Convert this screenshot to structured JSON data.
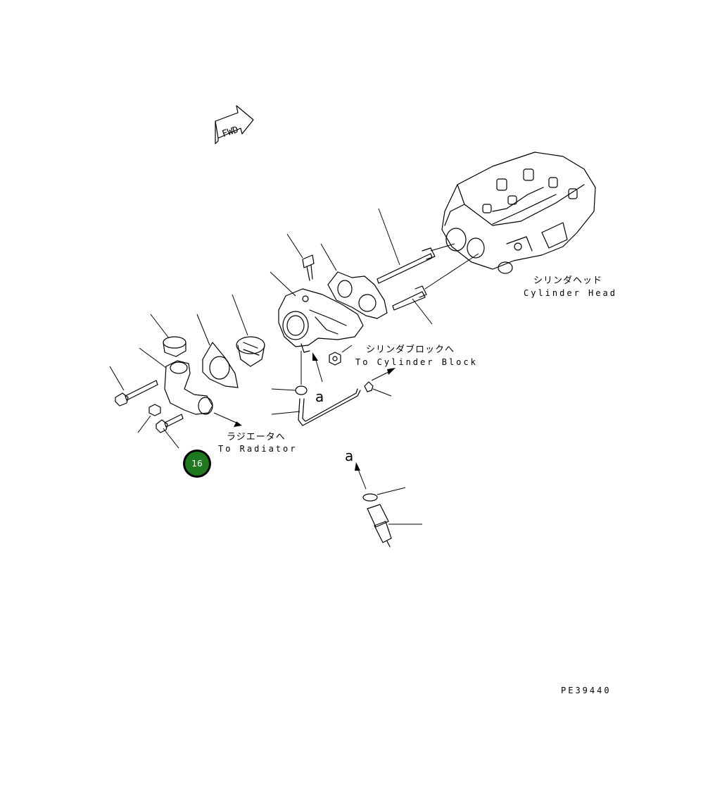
{
  "fwd_label": "FWD",
  "labels": {
    "cylinder_head_jp": "シリンダヘッド",
    "cylinder_head_en": "Cylinder Head",
    "cylinder_block_jp": "シリンダブロックへ",
    "cylinder_block_en": "To Cylinder Block",
    "radiator_jp": "ラジエータへ",
    "radiator_en": "To Radiator",
    "detail_ref_a1": "a",
    "detail_ref_a2": "a",
    "drawing_number": "PE39440"
  },
  "callout": {
    "number": "16",
    "color": "#1f7a1f"
  }
}
